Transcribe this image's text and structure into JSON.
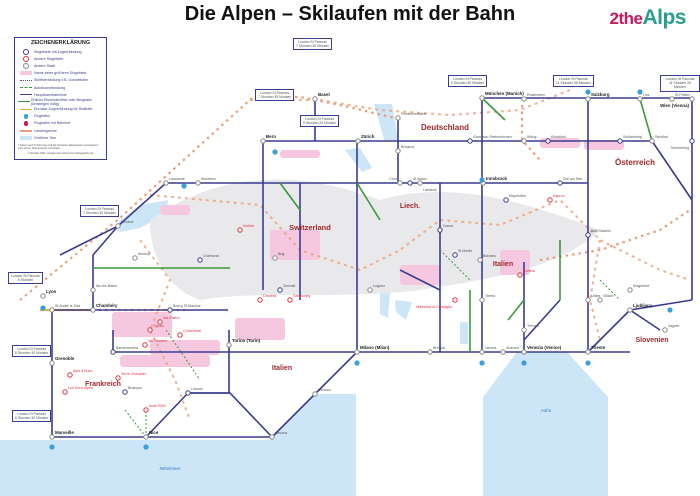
{
  "header": {
    "title": "Die Alpen – Skilaufen mit der Bahn",
    "logo_part1": "2the",
    "logo_part2": "Alps"
  },
  "legend": {
    "title": "ZEICHENERKLÄRUNG",
    "items": [
      {
        "label": "Skigebiete mit Zugverbindung",
        "symbol": "blue-ring"
      },
      {
        "label": "Andere Skigebiete",
        "symbol": "red-ring"
      },
      {
        "label": "Andere Stadt",
        "symbol": "white-ring"
      },
      {
        "label": "Name eines größeren Skigebiets",
        "symbol": "pink-highlight"
      },
      {
        "label": "Skiliftverbindung z.B. Gondelbahn",
        "symbol": "dotted-line"
      },
      {
        "label": "Autobusverbindung",
        "symbol": "green-dash"
      },
      {
        "label": "Haupteisenbahnlinie",
        "symbol": "navy-line"
      },
      {
        "label": "Örtliche Eisenbahnlinie oder Bergbahn (Umsteigen nötig)",
        "symbol": "green-line"
      },
      {
        "label": "Eurostar Zugverbindung für Skiläufer",
        "symbol": "orange-line"
      },
      {
        "label": "Flughafen",
        "symbol": "airport-icon"
      },
      {
        "label": "Flughafen mit Bahnhof",
        "symbol": "airport-rail-icon"
      },
      {
        "label": "Landesgrenze",
        "symbol": "border-dash"
      },
      {
        "label": "Größerer See",
        "symbol": "lake"
      }
    ],
    "footnote": "* Zeiten nach St Pancras sind die kürzesten Reisezeiten und basieren sich auf ein Wochenende vormittags",
    "credit": "© 2theAlps 2020 · Designed & produced by Cartographics Ltd"
  },
  "colors": {
    "main_line": "#3b3b8f",
    "local_line": "#3a9a3a",
    "eurostar": "#e8a07a",
    "ski_area": "#f6c8e0",
    "lake": "#cde6f7",
    "other_ski": "#e0303c",
    "country_label": "#a0282c"
  },
  "london_boxes": [
    {
      "line1": "London St Pancras",
      "line2": "7 Stunden 35 Minuten"
    },
    {
      "line1": "London St Pancras",
      "line2": "7 Stunden 35 Minuten"
    },
    {
      "line1": "London St Pancras",
      "line2": "9 Stunden 25 Minuten"
    },
    {
      "line1": "London St Pancras",
      "line2": "9 Stunden 35 Minuten"
    },
    {
      "line1": "London St Pancras",
      "line2": "11 Stunden 56 Minuten"
    },
    {
      "line1": "London St Pancras",
      "line2": "11 Stunden 26 Minuten"
    },
    {
      "line1": "London St Pancras",
      "line2": "7 Stunden 30 Minuten"
    },
    {
      "line1": "London St Pancras",
      "line2": "5 Stunden"
    },
    {
      "line1": "London St Pancras",
      "line2": "8 Stunden 30 Minuten"
    },
    {
      "line1": "London St Pancras",
      "line2": "6 Stunden 30 Minuten"
    }
  ],
  "regions": [
    "Deutschland",
    "Switzerland",
    "Österreich",
    "Italien",
    "Italien",
    "Frankreich",
    "Slovenien",
    "Liech.",
    "Mittelmeer",
    "Adria"
  ],
  "places": [
    {
      "name": "Basel",
      "type": "city"
    },
    {
      "name": "Bern",
      "type": "city"
    },
    {
      "name": "Zürich",
      "type": "city"
    },
    {
      "name": "Friedrichshafen",
      "type": "city"
    },
    {
      "name": "München (Munich)",
      "type": "city"
    },
    {
      "name": "Rosenheim",
      "type": "city"
    },
    {
      "name": "Salzburg",
      "type": "city"
    },
    {
      "name": "Linz",
      "type": "city"
    },
    {
      "name": "St Pölten",
      "type": "city"
    },
    {
      "name": "Wien (Vienna)",
      "type": "city"
    },
    {
      "name": "Wörgl",
      "type": "city"
    },
    {
      "name": "Innsbruck",
      "type": "city"
    },
    {
      "name": "Bregenz",
      "type": "city"
    },
    {
      "name": "Lausanne",
      "type": "city"
    },
    {
      "name": "Montreux",
      "type": "city"
    },
    {
      "name": "Genève",
      "type": "city"
    },
    {
      "name": "Annecy",
      "type": "city"
    },
    {
      "name": "Aix-les-Bains",
      "type": "city"
    },
    {
      "name": "Chambéry",
      "type": "city"
    },
    {
      "name": "Lyon",
      "type": "city"
    },
    {
      "name": "St André le Gaz",
      "type": "city"
    },
    {
      "name": "Grenoble",
      "type": "city"
    },
    {
      "name": "Marseille",
      "type": "city"
    },
    {
      "name": "Nice",
      "type": "city"
    },
    {
      "name": "Limone",
      "type": "ski"
    },
    {
      "name": "Savona",
      "type": "city"
    },
    {
      "name": "Genova",
      "type": "city"
    },
    {
      "name": "Torino (Turin)",
      "type": "city"
    },
    {
      "name": "Bardonecchia",
      "type": "ski"
    },
    {
      "name": "Milano (Milan)",
      "type": "city"
    },
    {
      "name": "Brescia",
      "type": "city"
    },
    {
      "name": "Verona",
      "type": "city"
    },
    {
      "name": "Vicenza",
      "type": "city"
    },
    {
      "name": "Venezia (Venice)",
      "type": "city"
    },
    {
      "name": "Treviso",
      "type": "city"
    },
    {
      "name": "Trieste",
      "type": "city"
    },
    {
      "name": "Udine",
      "type": "city"
    },
    {
      "name": "Ljubljana",
      "type": "city"
    },
    {
      "name": "Zagreb",
      "type": "city"
    },
    {
      "name": "Villach",
      "type": "city"
    },
    {
      "name": "Klagenfurt",
      "type": "city"
    },
    {
      "name": "Selzthal",
      "type": "city"
    },
    {
      "name": "Semmering",
      "type": "ski"
    },
    {
      "name": "Zell am See",
      "type": "ski"
    },
    {
      "name": "Bad Gastein",
      "type": "ski"
    },
    {
      "name": "Kitzbühel",
      "type": "ski"
    },
    {
      "name": "St Anton",
      "type": "ski"
    },
    {
      "name": "Davos",
      "type": "ski"
    },
    {
      "name": "St Moritz",
      "type": "ski"
    },
    {
      "name": "Brig",
      "type": "city"
    },
    {
      "name": "Zermatt",
      "type": "ski"
    },
    {
      "name": "Verbier",
      "type": "other"
    },
    {
      "name": "Chamonix",
      "type": "ski"
    },
    {
      "name": "Val d'Isère",
      "type": "other"
    },
    {
      "name": "Tignes",
      "type": "other"
    },
    {
      "name": "Val Thorens",
      "type": "other"
    },
    {
      "name": "Courchevel",
      "type": "other"
    },
    {
      "name": "Bourg St Maurice",
      "type": "ski"
    },
    {
      "name": "Briançon",
      "type": "ski"
    },
    {
      "name": "Serre Chevalier",
      "type": "other"
    },
    {
      "name": "Alpe d'Huez",
      "type": "other"
    },
    {
      "name": "Les Deux Alpes",
      "type": "other"
    },
    {
      "name": "Isola 2000",
      "type": "other"
    },
    {
      "name": "Gressoney",
      "type": "other"
    },
    {
      "name": "Cervinia",
      "type": "other"
    },
    {
      "name": "Madonna di Campiglio",
      "type": "other"
    },
    {
      "name": "Cortina",
      "type": "other"
    },
    {
      "name": "Bolzano",
      "type": "city"
    },
    {
      "name": "Trento",
      "type": "city"
    },
    {
      "name": "Lugano",
      "type": "city"
    },
    {
      "name": "Chur",
      "type": "city"
    },
    {
      "name": "Landeck",
      "type": "city"
    },
    {
      "name": "Schladming",
      "type": "ski"
    },
    {
      "name": "Garmisch-Partenkirchen",
      "type": "ski"
    },
    {
      "name": "Mayrhofen",
      "type": "ski"
    },
    {
      "name": "Kaprun",
      "type": "other"
    }
  ]
}
